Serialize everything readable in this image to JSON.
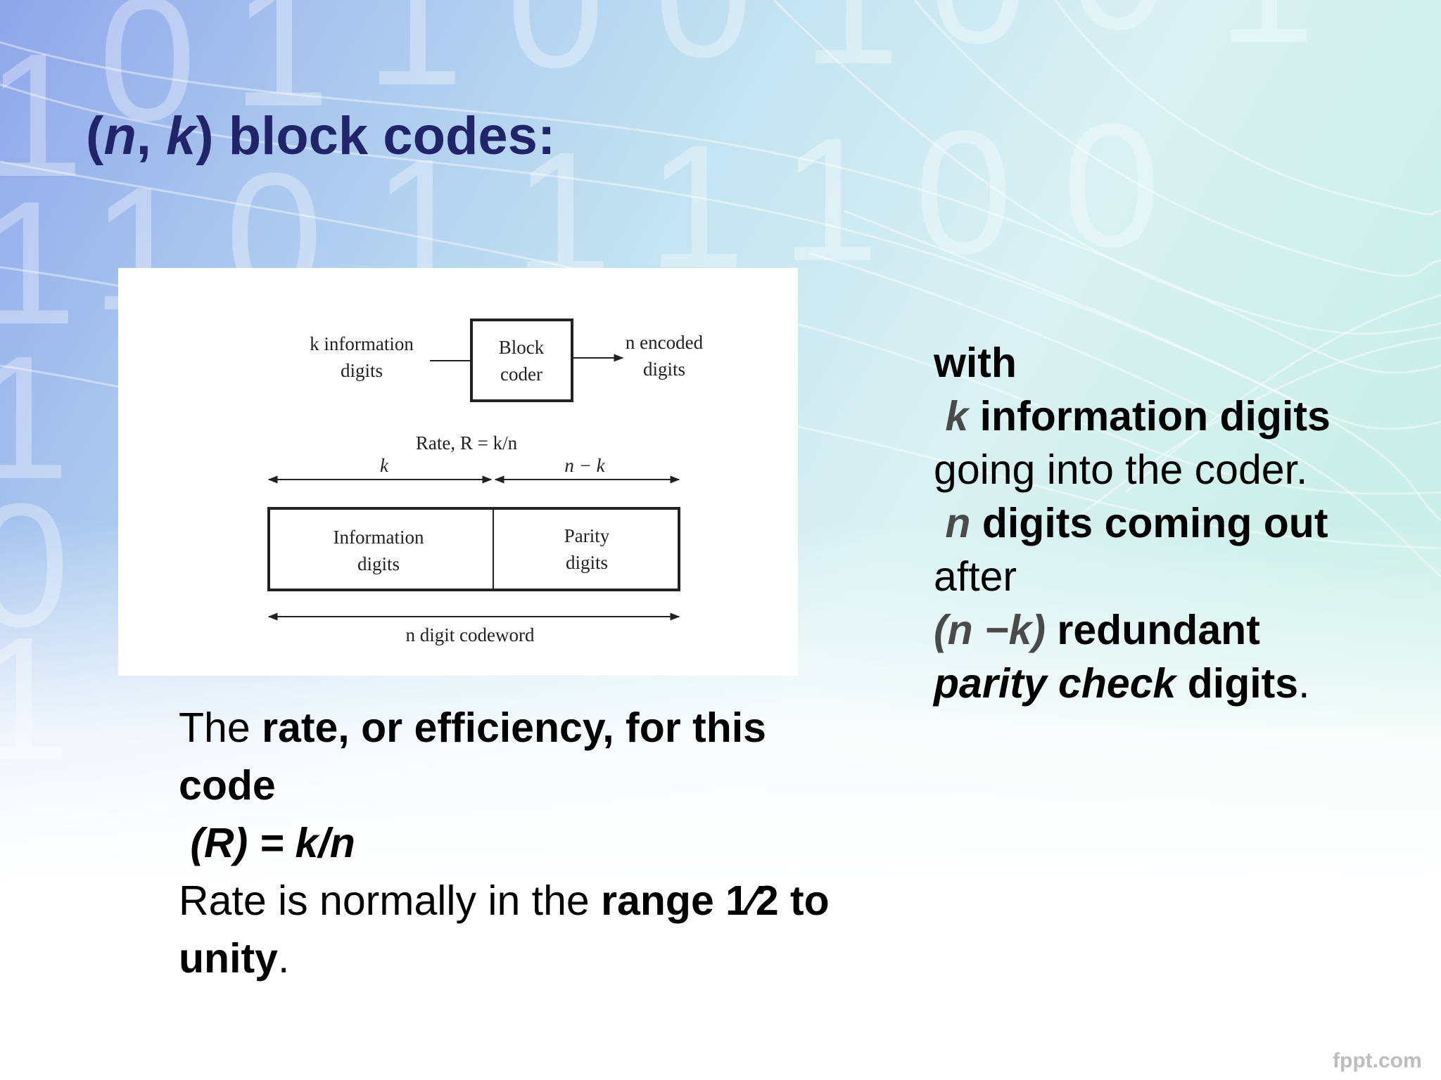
{
  "slide": {
    "background_colors": [
      "#8fa6ea",
      "#c3e3f1",
      "#c2ece1",
      "#ffffff"
    ],
    "background_digits": [
      "1",
      "0",
      "1",
      "1",
      "0",
      "0",
      "1",
      "0",
      "0",
      "1",
      "1",
      "1",
      "0",
      "1",
      "1",
      "1",
      "1",
      "0",
      "0",
      "1",
      "0",
      "1"
    ],
    "title": {
      "open": "(",
      "n": "n",
      "comma": ", ",
      "k": "k",
      "rest": ") block codes:",
      "color": "#22246a"
    },
    "diagram": {
      "input_label_1": "k information",
      "input_label_2": "digits",
      "coder_label_1": "Block",
      "coder_label_2": "coder",
      "output_label_1": "n encoded",
      "output_label_2": "digits",
      "rate_label": "Rate, R = k/n",
      "k_label": "k",
      "nk_label": "n − k",
      "info_label_1": "Information",
      "info_label_2": "digits",
      "parity_label_1": "Parity",
      "parity_label_2": "digits",
      "codeword_label": "n digit codeword"
    },
    "right_text": {
      "line1": "with",
      "line2_var": "k",
      "line2_rest": "information digits",
      "line3": "going into the coder.",
      "line4_var": "n",
      "line4_rest": "digits coming out",
      "line5": "after",
      "line6_var": "(n −k)",
      "line6_rest": "redundant",
      "line7_italic": "parity check",
      "line7_bold": "digits",
      "line7_end": "."
    },
    "rate_text": {
      "line1_plain": "The ",
      "line1_bold": "rate, or efficiency, for this",
      "line2_bold": "code",
      "line3_formula": "(R) = k/n",
      "line4_plain": "Rate is normally in the ",
      "line4_bold": "range 1⁄2 to",
      "line5_bold": "unity",
      "line5_end": "."
    },
    "watermark": "fppt.com"
  }
}
